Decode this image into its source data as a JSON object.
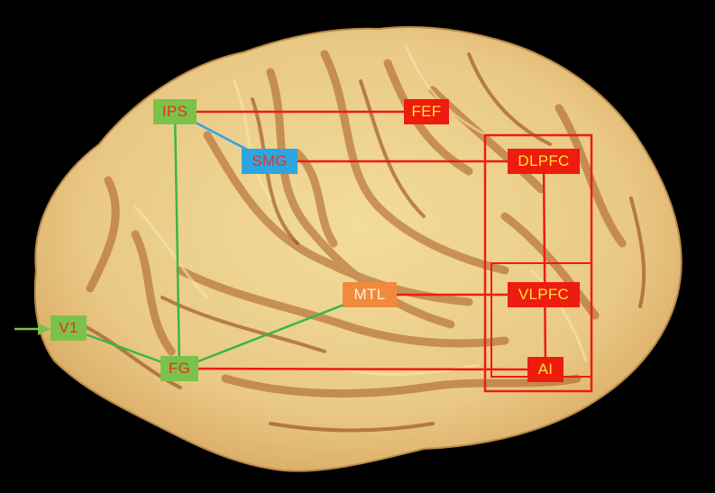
{
  "nodes": {
    "ips": {
      "label": "IPS",
      "color": "#7cc24a",
      "text_color": "#e8321e"
    },
    "fef": {
      "label": "FEF",
      "color": "#ee1c0e",
      "text_color": "#ffe23a"
    },
    "smg": {
      "label": "SMG",
      "color": "#2ea5e0",
      "text_color": "#e8321e"
    },
    "dlpfc": {
      "label": "DLPFC",
      "color": "#ee1c0e",
      "text_color": "#ffe23a"
    },
    "mtl": {
      "label": "MTL",
      "color": "#f08a3c",
      "text_color": "#fff2d6"
    },
    "vlpfc": {
      "label": "VLPFC",
      "color": "#ee1c0e",
      "text_color": "#ffe23a"
    },
    "v1": {
      "label": "V1",
      "color": "#7cc24a",
      "text_color": "#e8321e"
    },
    "fg": {
      "label": "FG",
      "color": "#7cc24a",
      "text_color": "#e8321e"
    },
    "ai": {
      "label": "AI",
      "color": "#ee1c0e",
      "text_color": "#ffe23a"
    }
  },
  "connections": [
    {
      "from": "ips",
      "to": "fef",
      "color": "#ee1c0e"
    },
    {
      "from": "smg",
      "to": "dlpfc",
      "color": "#ee1c0e"
    },
    {
      "from": "mtl",
      "to": "vlpfc",
      "color": "#ee1c0e"
    },
    {
      "from": "fg",
      "to": "ai",
      "color": "#ee1c0e"
    },
    {
      "from": "dlpfc",
      "to": "ai",
      "color": "#ee1c0e"
    },
    {
      "from": "ips",
      "to": "smg",
      "color": "#2ea5e0"
    },
    {
      "from": "ips",
      "to": "fg",
      "color": "#39b54a"
    },
    {
      "from": "v1",
      "to": "fg",
      "color": "#39b54a"
    },
    {
      "from": "fg",
      "to": "mtl",
      "color": "#39b54a"
    }
  ],
  "colors": {
    "background": "#000000",
    "frontal_box": "#ee1c0e",
    "input_arrow": "#7cc24a"
  }
}
